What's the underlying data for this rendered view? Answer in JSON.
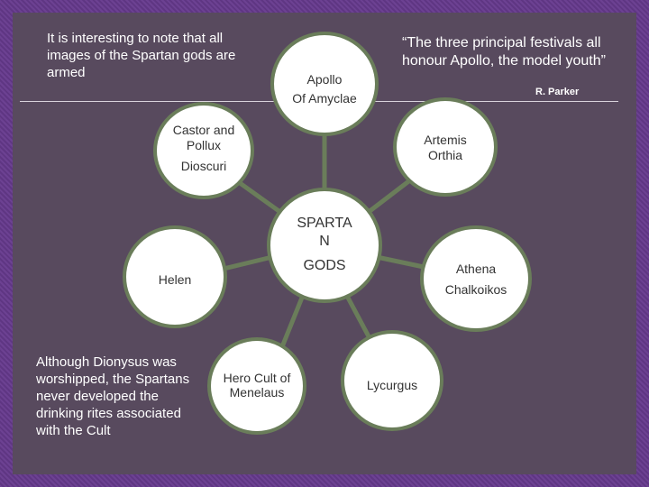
{
  "intro_note": "It is interesting to note that all images of the Spartan gods are armed",
  "quote": {
    "text": "“The three principal festivals all honour Apollo, the model youth”",
    "author": "R. Parker"
  },
  "center": {
    "line1": "SPARTA",
    "line2": "N",
    "line3": "GODS"
  },
  "nodes": {
    "apollo": {
      "line1": "Apollo",
      "line2": "Of Amyclae"
    },
    "castor": {
      "line1": "Castor and",
      "line2": "Pollux",
      "line3": "Dioscuri"
    },
    "artemis": {
      "line1": "Artemis",
      "line2": "Orthia"
    },
    "helen": {
      "line1": "Helen"
    },
    "athena": {
      "line1": "Athena",
      "line2": "Chalkoikos"
    },
    "menelaus": {
      "line1": "Hero Cult of",
      "line2": "Menelaus"
    },
    "lycurgus": {
      "line1": "Lycurgus"
    }
  },
  "dionysus_note": "Although Dionysus was worshipped, the Spartans never developed the drinking rites associated with the Cult",
  "colors": {
    "background": "#6a3f8f",
    "panel": "#584a5e",
    "node_fill": "#ffffff",
    "node_border": "#6a7d5a",
    "connector": "#6a7d5a"
  }
}
